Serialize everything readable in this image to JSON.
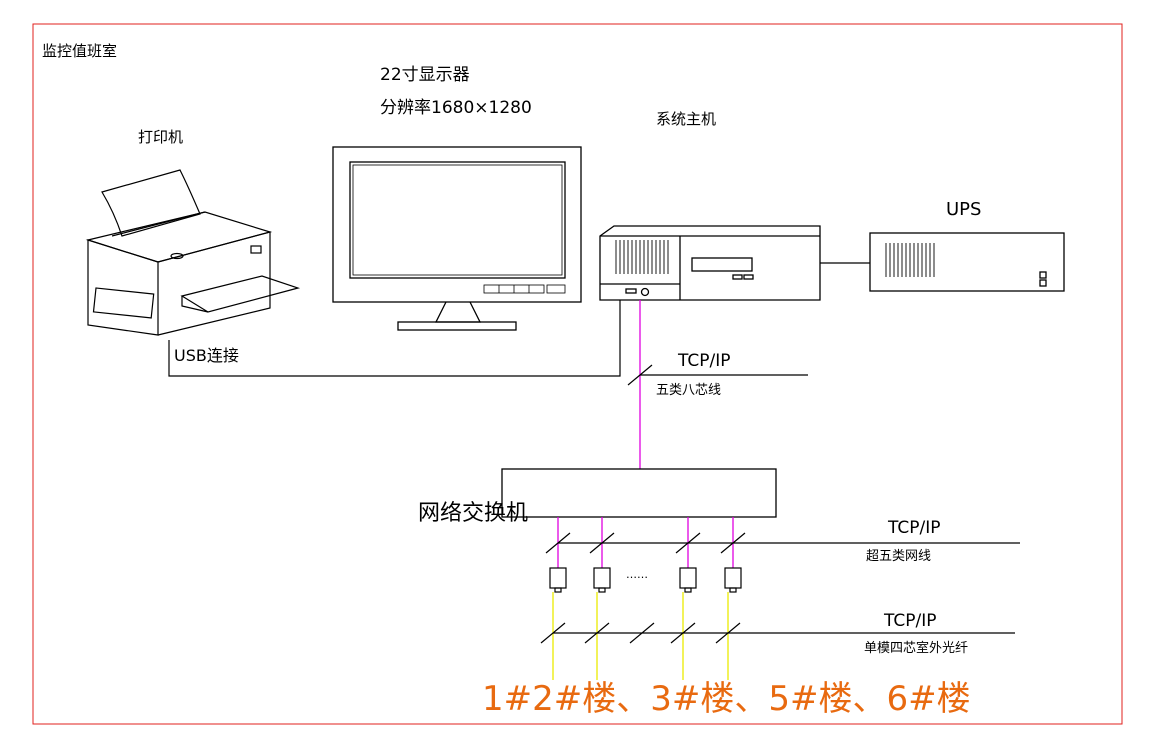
{
  "room_title": "监控值班室",
  "monitor": {
    "title": "22寸显示器",
    "resolution": "分辨率1680×1280"
  },
  "printer_label": "打印机",
  "host_label": "系统主机",
  "ups_label": "UPS",
  "usb_label": "USB连接",
  "switch_label": "网络交换机",
  "link_host_switch": {
    "protocol": "TCP/IP",
    "cable": "五类八芯线"
  },
  "link_switch_converters": {
    "protocol": "TCP/IP",
    "cable": "超五类网线"
  },
  "link_fiber": {
    "protocol": "TCP/IP",
    "cable": "单模四芯室外光纤"
  },
  "ellipsis": "……",
  "buildings_label": "1#2#楼、3#楼、5#楼、6#楼",
  "colors": {
    "frame": "#e0201e",
    "line": "#000000",
    "magenta": "#e000e0",
    "yellow": "#ecec00",
    "orange": "#e86a10"
  }
}
